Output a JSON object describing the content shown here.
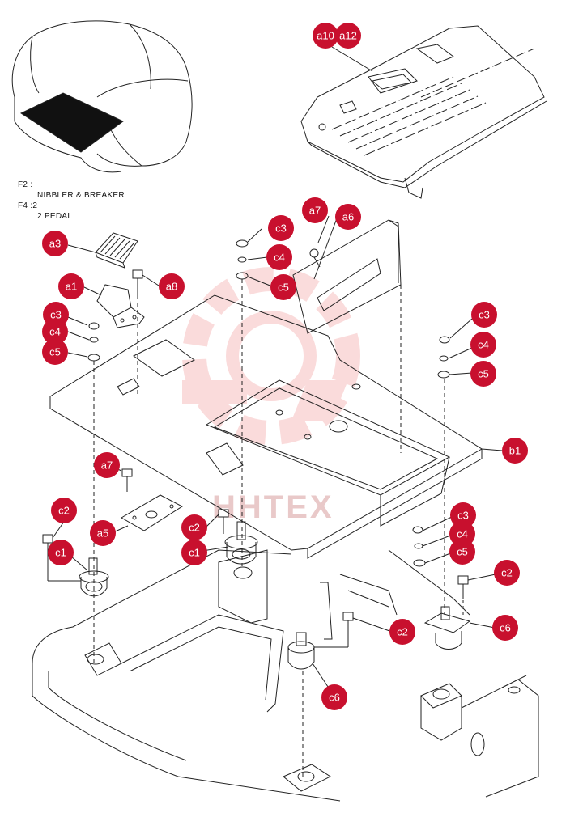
{
  "notes": {
    "f2_code": "F2 :",
    "f2_text": "NIBBLER & BREAKER",
    "f4_code": "F4 :2",
    "f4_text": "2 PEDAL"
  },
  "watermark": "HHTEX",
  "colors": {
    "callout": "#c8102e",
    "watermark": "#f2b8b8",
    "line": "#222222"
  },
  "callouts": {
    "a10": "a10",
    "a12": "a12",
    "a3": "a3",
    "a1": "a1",
    "a8": "a8",
    "a7_top": "a7",
    "a6": "a6",
    "c3_top": "c3",
    "c4_top": "c4",
    "c5_top": "c5",
    "c3_left": "c3",
    "c4_left": "c4",
    "c5_left": "c5",
    "c3_right": "c3",
    "c4_right": "c4",
    "c5_right": "c5",
    "b1": "b1",
    "a7_bottom": "a7",
    "a5": "a5",
    "c2_left": "c2",
    "c1_left": "c1",
    "c2_mid": "c2",
    "c1_mid": "c1",
    "c3_low": "c3",
    "c4_low": "c4",
    "c5_low": "c5",
    "c2_right": "c2",
    "c2_front": "c2",
    "c6_right": "c6",
    "c6_front": "c6"
  }
}
